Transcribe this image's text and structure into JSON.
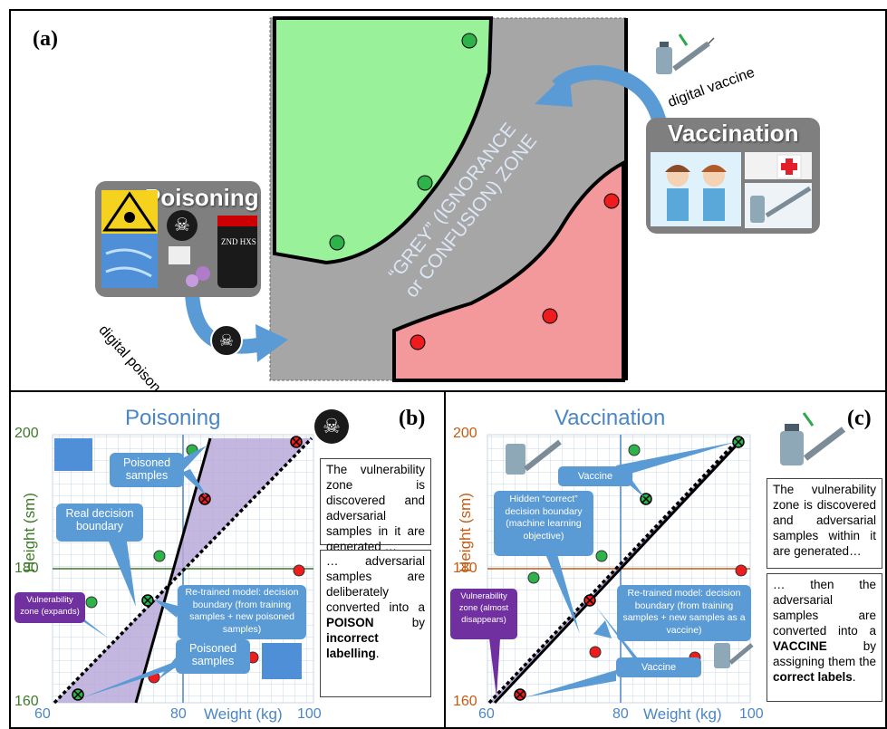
{
  "panel_a": {
    "label": "(a)",
    "zone_text_line1": "“GREY” (IGNORANCE",
    "zone_text_line2": "or CONFUSION) ZONE",
    "poisoning_title": "Poisoning",
    "digital_poison": "digital poison",
    "vaccination_title": "Vaccination",
    "digital_vaccine": "digital vaccine",
    "bottle_label": "ZND HXS"
  },
  "panel_b": {
    "label": "(b)",
    "title": "Poisoning",
    "ylabel": "Height (sm)",
    "xlabel": "Weight (kg)",
    "x_ticks": [
      "60",
      "80",
      "100"
    ],
    "y_ticks": [
      "160",
      "180",
      "200"
    ],
    "callouts": {
      "poisoned_samples_top": "Poisoned samples",
      "real_boundary": "Real decision boundary",
      "retrained": "Re-trained model: decision boundary (from training samples + new poisoned samples)",
      "vulnerability": "Vulnerability zone (expands)",
      "poisoned_samples_bottom": "Poisoned samples"
    },
    "text1": "The vulnerability zone is discovered and adversarial samples in it are generated …",
    "text2_a": "… adversarial samples are deliberately converted into a",
    "text2_bold1": "POISON",
    "text2_b": "by",
    "text2_bold2": "incorrect labelling",
    "text2_c": "."
  },
  "panel_c": {
    "label": "(c)",
    "title": "Vaccination",
    "ylabel": "Height (sm)",
    "xlabel": "Weight (kg)",
    "x_ticks": [
      "60",
      "80",
      "100"
    ],
    "y_ticks": [
      "160",
      "180",
      "200"
    ],
    "callouts": {
      "vaccine_top": "Vaccine",
      "hidden": "Hidden “correct” decision boundary (machine learning objective)",
      "retrained": "Re-trained model: decision boundary (from training samples + new samples as a vaccine)",
      "vulnerability": "Vulnerability zone (almost disappears)",
      "vaccine_bottom": "Vaccine"
    },
    "text1": "The vulnerability zone is discovered and adversarial samples within it are generated…",
    "text2_a": "… then the adversarial samples are converted into a",
    "text2_bold1": "VACCINE",
    "text2_b": "by assigning them the",
    "text2_bold2": "correct labels",
    "text2_c": "."
  },
  "colors": {
    "green": "#2db34a",
    "red": "#ee1c1c",
    "grey_zone": "#a6a6a6",
    "green_zone": "#99f29a",
    "red_zone": "#f3999b",
    "callout_blue": "#5b9bd5",
    "vulnerability_purple": "#7030a0",
    "title_blue": "#4a86c5"
  }
}
